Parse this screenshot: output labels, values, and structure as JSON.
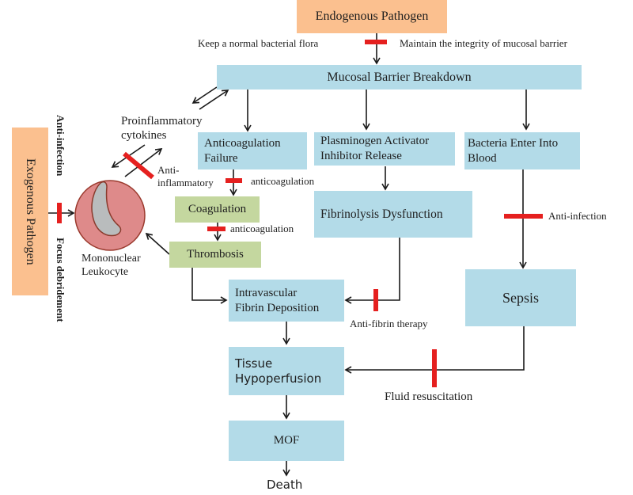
{
  "nodes": {
    "endogenous_pathogen": "Endogenous Pathogen",
    "mucosal_barrier_breakdown": "Mucosal Barrier  Breakdown",
    "anticoagulation_failure_1": "Anticoagulation",
    "anticoagulation_failure_2": "Failure",
    "pai_release_1": "Plasminogen Activator",
    "pai_release_2": "Inhibitor Release",
    "bacteria_blood_1": "Bacteria Enter Into",
    "bacteria_blood_2": "Blood",
    "fibrinolysis_dysfunction": "Fibrinolysis Dysfunction",
    "coagulation": "Coagulation",
    "thrombosis": "Thrombosis",
    "intravascular_fibrin_1": "Intravascular",
    "intravascular_fibrin_2": "Fibrin Deposition",
    "sepsis": "Sepsis",
    "tissue_hypoperfusion_1": "Tissue",
    "tissue_hypoperfusion_2": "Hypoperfusion",
    "mof": "MOF",
    "death": "Death",
    "exogenous_pathogen": "Exogenous  Pathogen",
    "mononuclear_leukocyte_1": "Mononuclear",
    "mononuclear_leukocyte_2": "Leukocyte",
    "proinflammatory_1": "Proinflammatory",
    "proinflammatory_2": "cytokines"
  },
  "interventions": {
    "keep_flora": "Keep a normal bacterial flora",
    "maintain_mucosal": "Maintain  the integrity  of mucosal barrier",
    "anti_inflammatory_1": "Anti-",
    "anti_inflammatory_2": "inflammatory",
    "anticoagulation_1": "anticoagulation",
    "anticoagulation_2": "anticoagulation",
    "anti_infection_blood": "Anti-infection",
    "anti_fibrin": "Anti-fibrin  therapy",
    "fluid_resuscitation": "Fluid resuscitation",
    "anti_infection_exo": "Anti-infection",
    "focus_debridement": "Focus debridement"
  },
  "colors": {
    "process_box": "#b3dbe8",
    "pathogen_box": "#fbc08f",
    "coagulation_box": "#c4d79f",
    "inhibition_bar": "#e5201f",
    "cell_fill": "#de8a8a",
    "cell_border": "#9b3a2e",
    "arrow": "#1a1a1a"
  }
}
